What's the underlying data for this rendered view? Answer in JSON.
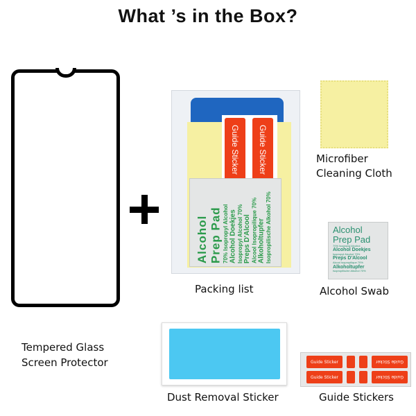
{
  "title": "What ’s in the Box?",
  "items": {
    "screen_protector": {
      "label_line1": "Tempered Glass",
      "label_line2": "Screen Protector"
    },
    "packing_list": {
      "label": "Packing list"
    },
    "microfiber": {
      "label_line1": "Microfiber",
      "label_line2": "Cleaning Cloth"
    },
    "alcohol_swab": {
      "label": "Alcohol Swab"
    },
    "dust_sticker": {
      "label": "Dust Removal Sticker"
    },
    "guide_stickers": {
      "label": "Guide Stickers"
    }
  },
  "swab_print": {
    "line1": "Alcohol",
    "line2": "Prep Pad",
    "l3": "70% Isopropyl Alcohol",
    "l4": "Alcohol Doekjes",
    "l5": "Isopropyl Alcohol 70%",
    "l6": "Preps D'Alcool",
    "l7": "Alcool Isopropilique 70%",
    "l8": "Alkoholtupfer",
    "l9": "Isopropilische Alkohol 70%"
  },
  "guide_sticker_text": "Guide Sticker",
  "colors": {
    "cloth": "#f6f0a2",
    "sticker_red": "#ee3f18",
    "dust_blue": "#4cc8f2",
    "pack_blue": "#1f66c0",
    "swab_green": "#2a9a4a"
  }
}
